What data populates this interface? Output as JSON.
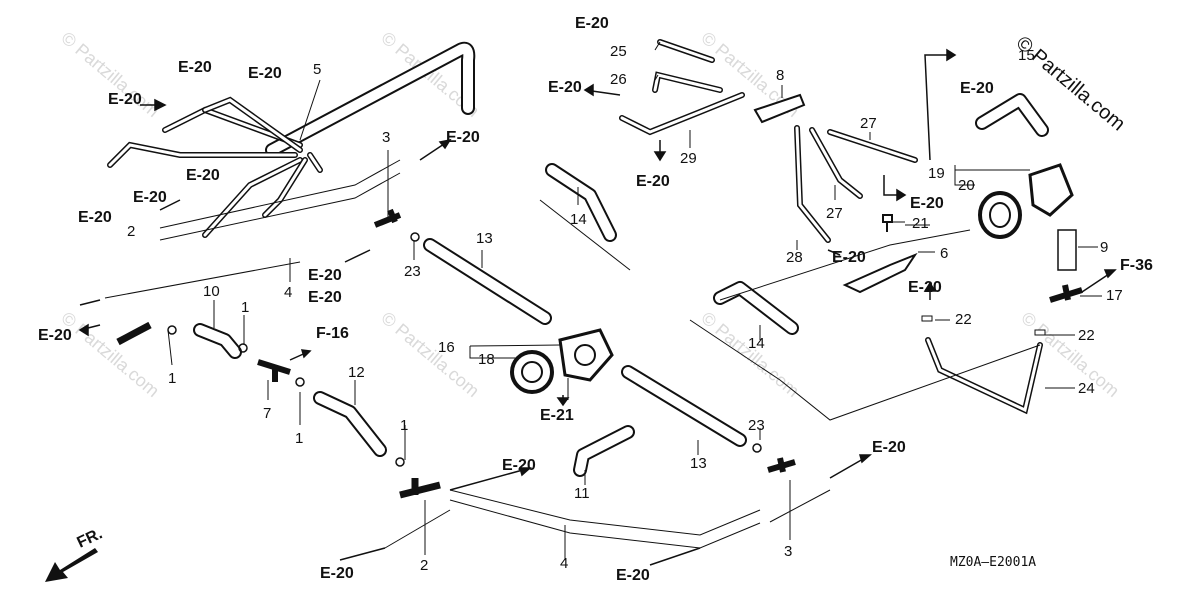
{
  "brand_watermark": "© Partzilla.com",
  "diagram_code": "MZ0A—E2001A",
  "front_indicator": "FR.",
  "callouts": {
    "n1a": "1",
    "n1b": "1",
    "n1c": "1",
    "n1d": "1",
    "n2a": "2",
    "n2b": "2",
    "n3a": "3",
    "n3b": "3",
    "n4a": "4",
    "n4b": "4",
    "n5": "5",
    "n6": "6",
    "n7": "7",
    "n8": "8",
    "n9": "9",
    "n10": "10",
    "n11": "11",
    "n12": "12",
    "n13a": "13",
    "n13b": "13",
    "n14a": "14",
    "n14b": "14",
    "n15": "15",
    "n16": "16",
    "n17": "17",
    "n18": "18",
    "n19": "19",
    "n20": "20",
    "n21": "21",
    "n22a": "22",
    "n22b": "22",
    "n23a": "23",
    "n23b": "23",
    "n24": "24",
    "n25": "25",
    "n26": "26",
    "n27a": "27",
    "n27b": "27",
    "n28": "28",
    "n29": "29"
  },
  "references": {
    "e20": "E-20",
    "e21": "E-21",
    "f16": "F-16",
    "f36": "F-36"
  }
}
